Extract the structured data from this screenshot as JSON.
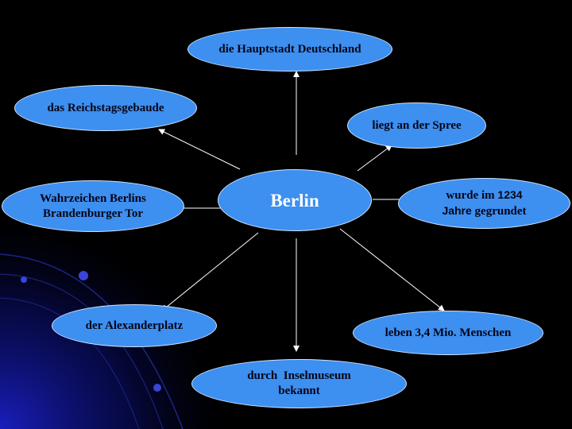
{
  "colors": {
    "background": "#000000",
    "node_fill": "#3d8ff0",
    "node_border": "#cfe4ff",
    "edge": "#ffffff",
    "center_text": "#ffffff",
    "node_text": "#050515"
  },
  "center": {
    "label": "Berlin"
  },
  "nodes": {
    "hauptstadt": {
      "label": "die Hauptstadt Deutschland"
    },
    "reichstag": {
      "label": "das Reichstagsgebaude"
    },
    "spree": {
      "label": "liegt an der Spree"
    },
    "wahrzeichen": {
      "line1": "Wahrzeichen Berlins",
      "line2": "Brandenburger Tor"
    },
    "gegrundet": {
      "line1_a": "wurde im ",
      "line1_b": "1234",
      "line2_a": "Jahre",
      "line2_b": " gegrundet"
    },
    "alexanderplatz": {
      "label": "der Alexanderplatz"
    },
    "menschen": {
      "label": "leben 3,4 Mio. Menschen"
    },
    "inselmuseum": {
      "line1": "durch  Inselmuseum",
      "line2": "bekannt"
    }
  }
}
